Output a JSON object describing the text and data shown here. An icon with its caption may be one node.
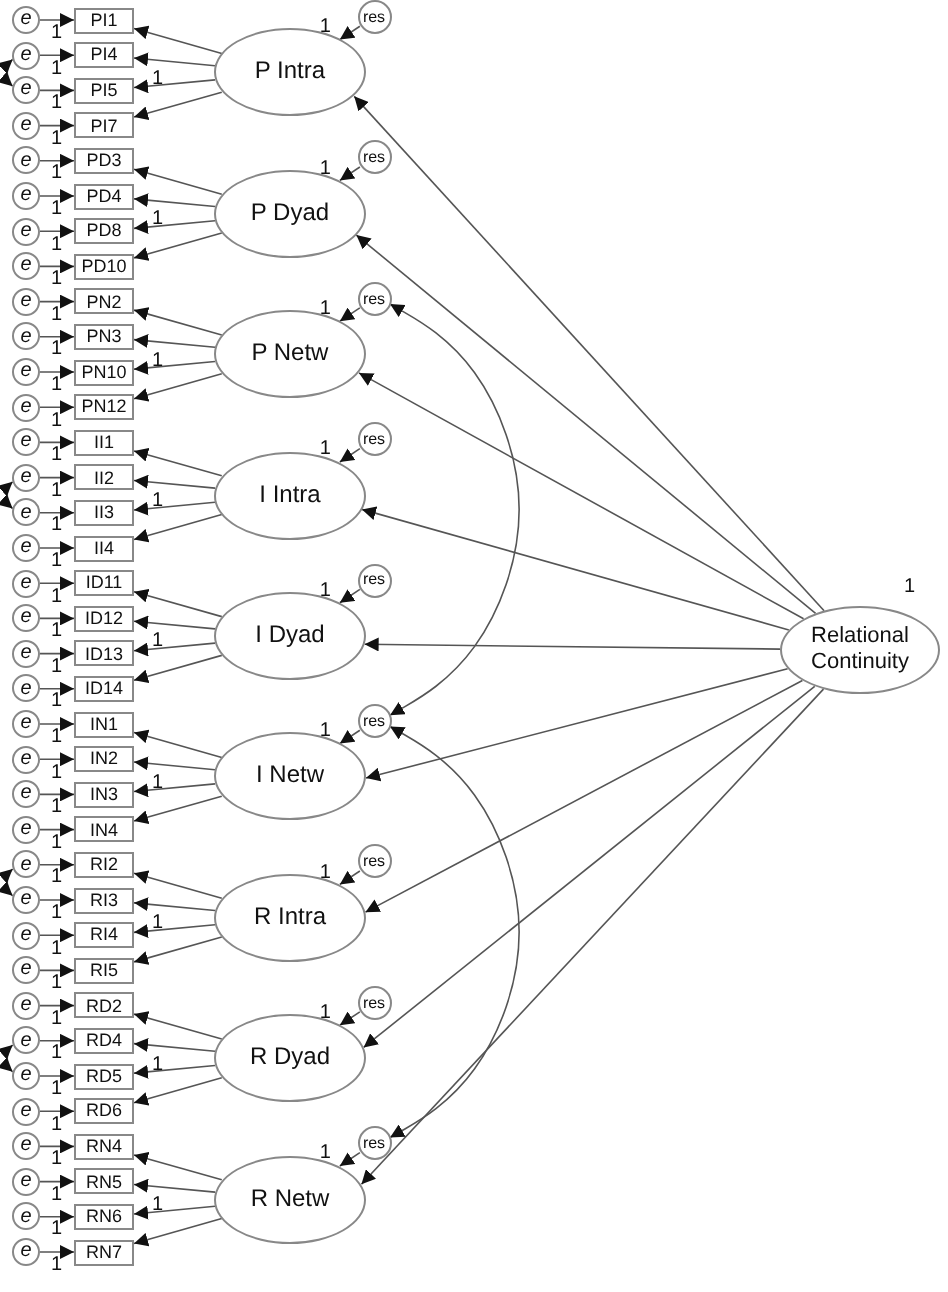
{
  "diagram": {
    "nodes": [
      {
        "text": [
          "e"
        ]
      },
      {
        "text": [
          "PI1"
        ]
      },
      {
        "text": [
          "e"
        ]
      },
      {
        "text": [
          "PI4"
        ]
      },
      {
        "text": [
          "e"
        ]
      },
      {
        "text": [
          "PI5"
        ]
      },
      {
        "text": [
          "e"
        ]
      },
      {
        "text": [
          "PI7"
        ]
      },
      {
        "text": [
          "res"
        ]
      },
      {
        "text": [
          "P Intra"
        ]
      },
      {
        "text": [
          "e"
        ]
      },
      {
        "text": [
          "PD3"
        ]
      },
      {
        "text": [
          "e"
        ]
      },
      {
        "text": [
          "PD4"
        ]
      },
      {
        "text": [
          "e"
        ]
      },
      {
        "text": [
          "PD8"
        ]
      },
      {
        "text": [
          "e"
        ]
      },
      {
        "text": [
          "PD10"
        ]
      },
      {
        "text": [
          "res"
        ]
      },
      {
        "text": [
          "P Dyad"
        ]
      },
      {
        "text": [
          "e"
        ]
      },
      {
        "text": [
          "PN2"
        ]
      },
      {
        "text": [
          "e"
        ]
      },
      {
        "text": [
          "PN3"
        ]
      },
      {
        "text": [
          "e"
        ]
      },
      {
        "text": [
          "PN10"
        ]
      },
      {
        "text": [
          "e"
        ]
      },
      {
        "text": [
          "PN12"
        ]
      },
      {
        "text": [
          "res"
        ]
      },
      {
        "text": [
          "P Netw"
        ]
      },
      {
        "text": [
          "e"
        ]
      },
      {
        "text": [
          "II1"
        ]
      },
      {
        "text": [
          "e"
        ]
      },
      {
        "text": [
          "II2"
        ]
      },
      {
        "text": [
          "e"
        ]
      },
      {
        "text": [
          "II3"
        ]
      },
      {
        "text": [
          "e"
        ]
      },
      {
        "text": [
          "II4"
        ]
      },
      {
        "text": [
          "res"
        ]
      },
      {
        "text": [
          "I Intra"
        ]
      },
      {
        "text": [
          "e"
        ]
      },
      {
        "text": [
          "ID11"
        ]
      },
      {
        "text": [
          "e"
        ]
      },
      {
        "text": [
          "ID12"
        ]
      },
      {
        "text": [
          "e"
        ]
      },
      {
        "text": [
          "ID13"
        ]
      },
      {
        "text": [
          "e"
        ]
      },
      {
        "text": [
          "ID14"
        ]
      },
      {
        "text": [
          "res"
        ]
      },
      {
        "text": [
          "I Dyad"
        ]
      },
      {
        "text": [
          "e"
        ]
      },
      {
        "text": [
          "IN1"
        ]
      },
      {
        "text": [
          "e"
        ]
      },
      {
        "text": [
          "IN2"
        ]
      },
      {
        "text": [
          "e"
        ]
      },
      {
        "text": [
          "IN3"
        ]
      },
      {
        "text": [
          "e"
        ]
      },
      {
        "text": [
          "IN4"
        ]
      },
      {
        "text": [
          "res"
        ]
      },
      {
        "text": [
          "I Netw"
        ]
      },
      {
        "text": [
          "e"
        ]
      },
      {
        "text": [
          "RI2"
        ]
      },
      {
        "text": [
          "e"
        ]
      },
      {
        "text": [
          "RI3"
        ]
      },
      {
        "text": [
          "e"
        ]
      },
      {
        "text": [
          "RI4"
        ]
      },
      {
        "text": [
          "e"
        ]
      },
      {
        "text": [
          "RI5"
        ]
      },
      {
        "text": [
          "res"
        ]
      },
      {
        "text": [
          "R Intra"
        ]
      },
      {
        "text": [
          "e"
        ]
      },
      {
        "text": [
          "RD2"
        ]
      },
      {
        "text": [
          "e"
        ]
      },
      {
        "text": [
          "RD4"
        ]
      },
      {
        "text": [
          "e"
        ]
      },
      {
        "text": [
          "RD5"
        ]
      },
      {
        "text": [
          "e"
        ]
      },
      {
        "text": [
          "RD6"
        ]
      },
      {
        "text": [
          "res"
        ]
      },
      {
        "text": [
          "R Dyad"
        ]
      },
      {
        "text": [
          "e"
        ]
      },
      {
        "text": [
          "RN4"
        ]
      },
      {
        "text": [
          "e"
        ]
      },
      {
        "text": [
          "RN5"
        ]
      },
      {
        "text": [
          "e"
        ]
      },
      {
        "text": [
          "RN6"
        ]
      },
      {
        "text": [
          "e"
        ]
      },
      {
        "text": [
          "RN7"
        ]
      },
      {
        "text": [
          "res"
        ]
      },
      {
        "text": [
          "R Netw"
        ]
      },
      {
        "text": [
          "Relational Continuity"
        ],
        "beside": [
          "1"
        ]
      }
    ],
    "edges": [
      {
        "from": 0,
        "to": 1,
        "arrow": "to",
        "label": "1"
      },
      {
        "from": 2,
        "to": 3,
        "arrow": "to",
        "label": "1"
      },
      {
        "from": 4,
        "to": 5,
        "arrow": "to",
        "label": "1"
      },
      {
        "from": 6,
        "to": 7,
        "arrow": "to",
        "label": "1"
      },
      {
        "from": 9,
        "to": 1,
        "arrow": "to"
      },
      {
        "from": 9,
        "to": 3,
        "arrow": "to"
      },
      {
        "from": 9,
        "to": 5,
        "arrow": "to",
        "label": "1"
      },
      {
        "from": 9,
        "to": 7,
        "arrow": "to"
      },
      {
        "from": 8,
        "to": 9,
        "arrow": "to",
        "label": "1"
      },
      {
        "from": 10,
        "to": 11,
        "arrow": "to",
        "label": "1"
      },
      {
        "from": 12,
        "to": 13,
        "arrow": "to",
        "label": "1"
      },
      {
        "from": 14,
        "to": 15,
        "arrow": "to",
        "label": "1"
      },
      {
        "from": 16,
        "to": 17,
        "arrow": "to",
        "label": "1"
      },
      {
        "from": 19,
        "to": 11,
        "arrow": "to"
      },
      {
        "from": 19,
        "to": 13,
        "arrow": "to"
      },
      {
        "from": 19,
        "to": 15,
        "arrow": "to",
        "label": "1"
      },
      {
        "from": 19,
        "to": 17,
        "arrow": "to"
      },
      {
        "from": 18,
        "to": 19,
        "arrow": "to",
        "label": "1"
      },
      {
        "from": 20,
        "to": 21,
        "arrow": "to",
        "label": "1"
      },
      {
        "from": 22,
        "to": 23,
        "arrow": "to",
        "label": "1"
      },
      {
        "from": 24,
        "to": 25,
        "arrow": "to",
        "label": "1"
      },
      {
        "from": 26,
        "to": 27,
        "arrow": "to",
        "label": "1"
      },
      {
        "from": 29,
        "to": 21,
        "arrow": "to"
      },
      {
        "from": 29,
        "to": 23,
        "arrow": "to"
      },
      {
        "from": 29,
        "to": 25,
        "arrow": "to",
        "label": "1"
      },
      {
        "from": 29,
        "to": 27,
        "arrow": "to"
      },
      {
        "from": 28,
        "to": 29,
        "arrow": "to",
        "label": "1"
      },
      {
        "from": 30,
        "to": 31,
        "arrow": "to",
        "label": "1"
      },
      {
        "from": 32,
        "to": 33,
        "arrow": "to",
        "label": "1"
      },
      {
        "from": 34,
        "to": 35,
        "arrow": "to",
        "label": "1"
      },
      {
        "from": 36,
        "to": 37,
        "arrow": "to",
        "label": "1"
      },
      {
        "from": 39,
        "to": 31,
        "arrow": "to"
      },
      {
        "from": 39,
        "to": 33,
        "arrow": "to"
      },
      {
        "from": 39,
        "to": 35,
        "arrow": "to",
        "label": "1"
      },
      {
        "from": 39,
        "to": 37,
        "arrow": "to"
      },
      {
        "from": 38,
        "to": 39,
        "arrow": "to",
        "label": "1"
      },
      {
        "from": 40,
        "to": 41,
        "arrow": "to",
        "label": "1"
      },
      {
        "from": 42,
        "to": 43,
        "arrow": "to",
        "label": "1"
      },
      {
        "from": 44,
        "to": 45,
        "arrow": "to",
        "label": "1"
      },
      {
        "from": 46,
        "to": 47,
        "arrow": "to",
        "label": "1"
      },
      {
        "from": 49,
        "to": 41,
        "arrow": "to"
      },
      {
        "from": 49,
        "to": 43,
        "arrow": "to"
      },
      {
        "from": 49,
        "to": 45,
        "arrow": "to",
        "label": "1"
      },
      {
        "from": 49,
        "to": 47,
        "arrow": "to"
      },
      {
        "from": 48,
        "to": 49,
        "arrow": "to",
        "label": "1"
      },
      {
        "from": 50,
        "to": 51,
        "arrow": "to",
        "label": "1"
      },
      {
        "from": 52,
        "to": 53,
        "arrow": "to",
        "label": "1"
      },
      {
        "from": 54,
        "to": 55,
        "arrow": "to",
        "label": "1"
      },
      {
        "from": 56,
        "to": 57,
        "arrow": "to",
        "label": "1"
      },
      {
        "from": 59,
        "to": 51,
        "arrow": "to"
      },
      {
        "from": 59,
        "to": 53,
        "arrow": "to"
      },
      {
        "from": 59,
        "to": 55,
        "arrow": "to",
        "label": "1"
      },
      {
        "from": 59,
        "to": 57,
        "arrow": "to"
      },
      {
        "from": 58,
        "to": 59,
        "arrow": "to",
        "label": "1"
      },
      {
        "from": 60,
        "to": 61,
        "arrow": "to",
        "label": "1"
      },
      {
        "from": 62,
        "to": 63,
        "arrow": "to",
        "label": "1"
      },
      {
        "from": 64,
        "to": 65,
        "arrow": "to",
        "label": "1"
      },
      {
        "from": 66,
        "to": 67,
        "arrow": "to",
        "label": "1"
      },
      {
        "from": 69,
        "to": 61,
        "arrow": "to"
      },
      {
        "from": 69,
        "to": 63,
        "arrow": "to"
      },
      {
        "from": 69,
        "to": 65,
        "arrow": "to",
        "label": "1"
      },
      {
        "from": 69,
        "to": 67,
        "arrow": "to"
      },
      {
        "from": 68,
        "to": 69,
        "arrow": "to",
        "label": "1"
      },
      {
        "from": 70,
        "to": 71,
        "arrow": "to",
        "label": "1"
      },
      {
        "from": 72,
        "to": 73,
        "arrow": "to",
        "label": "1"
      },
      {
        "from": 74,
        "to": 75,
        "arrow": "to",
        "label": "1"
      },
      {
        "from": 76,
        "to": 77,
        "arrow": "to",
        "label": "1"
      },
      {
        "from": 79,
        "to": 71,
        "arrow": "to"
      },
      {
        "from": 79,
        "to": 73,
        "arrow": "to"
      },
      {
        "from": 79,
        "to": 75,
        "arrow": "to",
        "label": "1"
      },
      {
        "from": 79,
        "to": 77,
        "arrow": "to"
      },
      {
        "from": 78,
        "to": 79,
        "arrow": "to",
        "label": "1"
      },
      {
        "from": 80,
        "to": 81,
        "arrow": "to",
        "label": "1"
      },
      {
        "from": 82,
        "to": 83,
        "arrow": "to",
        "label": "1"
      },
      {
        "from": 84,
        "to": 85,
        "arrow": "to",
        "label": "1"
      },
      {
        "from": 86,
        "to": 87,
        "arrow": "to",
        "label": "1"
      },
      {
        "from": 89,
        "to": 81,
        "arrow": "to"
      },
      {
        "from": 89,
        "to": 83,
        "arrow": "to"
      },
      {
        "from": 89,
        "to": 85,
        "arrow": "to",
        "label": "1"
      },
      {
        "from": 89,
        "to": 87,
        "arrow": "to"
      },
      {
        "from": 88,
        "to": 89,
        "arrow": "to",
        "label": "1"
      },
      {
        "from": 90,
        "to": 9,
        "arrow": "to"
      },
      {
        "from": 90,
        "to": 19,
        "arrow": "to"
      },
      {
        "from": 90,
        "to": 29,
        "arrow": "to"
      },
      {
        "from": 90,
        "to": 39,
        "arrow": "to"
      },
      {
        "from": 90,
        "to": 49,
        "arrow": "to"
      },
      {
        "from": 90,
        "to": 59,
        "arrow": "to"
      },
      {
        "from": 90,
        "to": 69,
        "arrow": "to"
      },
      {
        "from": 90,
        "to": 79,
        "arrow": "to"
      },
      {
        "from": 90,
        "to": 89,
        "arrow": "to"
      },
      {
        "from": 2,
        "to": 4,
        "arrow": "both"
      },
      {
        "from": 32,
        "to": 34,
        "arrow": "both"
      },
      {
        "from": 60,
        "to": 62,
        "arrow": "both"
      },
      {
        "from": 72,
        "to": 74,
        "arrow": "both"
      },
      {
        "from": 28,
        "to": 58,
        "arrow": "both"
      },
      {
        "from": 58,
        "to": 88,
        "arrow": "both"
      }
    ]
  }
}
